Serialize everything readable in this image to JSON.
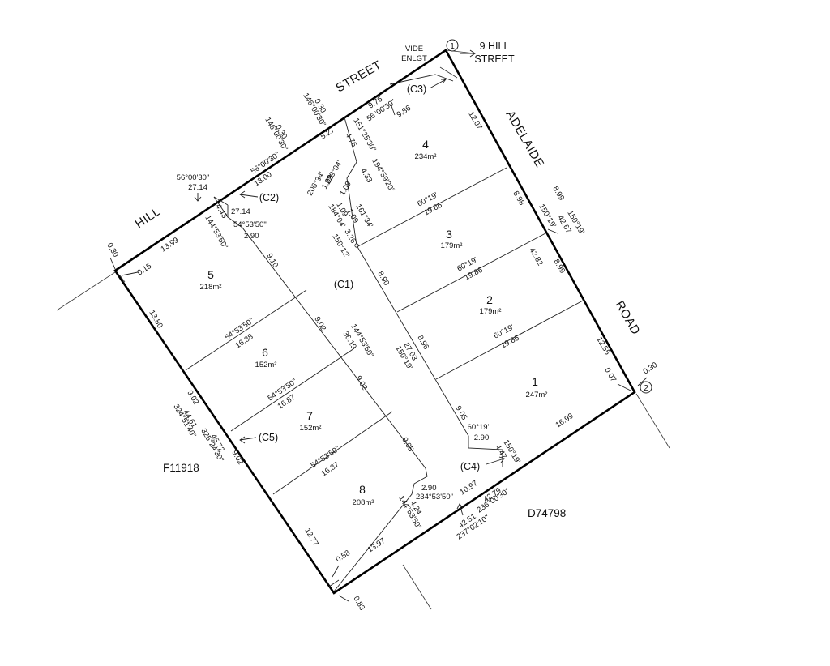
{
  "roads": {
    "hill": "HILL",
    "street": "STREET",
    "adelaide": "ADELAIDE",
    "road": "ROAD"
  },
  "top_right": {
    "vide_line1": "VIDE",
    "vide_line2": "ENLGT",
    "point1": "1",
    "address_line1": "9 HILL",
    "address_line2": "STREET"
  },
  "point2": "2",
  "adjoining": {
    "left": "F11918",
    "right": "D74798"
  },
  "lots": [
    {
      "number": "1",
      "area": "247m²"
    },
    {
      "number": "2",
      "area": "179m²"
    },
    {
      "number": "3",
      "area": "179m²"
    },
    {
      "number": "4",
      "area": "234m²"
    },
    {
      "number": "5",
      "area": "218m²"
    },
    {
      "number": "6",
      "area": "152m²"
    },
    {
      "number": "7",
      "area": "152m²"
    },
    {
      "number": "8",
      "area": "208m²"
    }
  ],
  "common": {
    "c1": "(C1)",
    "c2": "(C2)",
    "c3": "(C3)",
    "c4": "(C4)",
    "c5": "(C5)"
  },
  "dims": {
    "d0_30_tl": "0.30",
    "d13_99": "13.99",
    "d0_15": "0.15",
    "d13_80": "13.80",
    "d9_02_a": "9.02",
    "d9_02_b": "9.02",
    "d12_77": "12.77",
    "d0_58": "0.58",
    "d13_97": "13.97",
    "d0_83": "0.83",
    "d10_97": "10.97",
    "d16_99": "16.99",
    "d0_07": "0.07",
    "d0_30_r": "0.30",
    "d12_55": "12.55",
    "d8_99_a": "8.99",
    "d8_99_b": "8.99",
    "d12_07": "12.07",
    "d9_76": "9.76",
    "b56_00_30_a": "56°00'30\"",
    "d9_86": "9.86",
    "d5_27": "5.27",
    "d0_30_s1": "0.30",
    "b146_00_30_a": "146°00'30\"",
    "d0_30_s2": "0.30",
    "b146_00_30_b": "146°00'30\"",
    "b56_00_30_b": "56°00'30\"",
    "d13_00": "13.00",
    "b56_00_30_c": "56°00'30\"",
    "d27_14_a": "27.14",
    "d27_14_b": "27.14",
    "d4_43": "4.43",
    "b144_53_50_a": "144°53'50\"",
    "b54_53_50_a": "54°53'50\"",
    "d2_90_a": "2.90",
    "d9_10": "9.10",
    "b54_53_50_b": "54°53'50\"",
    "d16_88": "16.88",
    "d9_02_c": "9.02",
    "b144_53_50_b": "144°53'50\"",
    "d36_19": "36.19",
    "b54_53_50_c": "54°53'50\"",
    "d16_87_a": "16.87",
    "d9_02_d": "9.02",
    "b54_53_50_d": "54°53'50\"",
    "d16_87_b": "16.87",
    "d9_05_a": "9.05",
    "d2_90_b": "2.90",
    "b234_53_50": "234°53'50\"",
    "d4_24": "4.24",
    "b144_53_50_c": "144°53'50\"",
    "b151_25_30": "151°25'30\"",
    "d4_76": "4.76",
    "b229_04": "229°04'",
    "d1_09_a": "1.09",
    "b206_34": "206°34'",
    "d1_09_b": "1.09",
    "d4_33": "4.33",
    "b194_59_20": "194°59'20\"",
    "b184_04": "184°04'",
    "d1_09_c": "1.09",
    "b161_34": "161°34'",
    "d1_09_d": "1.09",
    "d3_26": "3.26",
    "b150_12": "150°12'",
    "d8_90": "8.90",
    "d8_96": "8.96",
    "d27_03": "27.03",
    "b150_19_a": "150°19'",
    "d9_05_b": "9.05",
    "b60_19_a": "60°19'",
    "d19_86_a": "19.86",
    "b60_19_b": "60°19'",
    "d19_86_b": "19.86",
    "b60_19_c": "60°19'",
    "d19_86_c": "19.86",
    "b60_19_d": "60°19'",
    "d2_90_c": "2.90",
    "b150_19_b": "150°19'",
    "d4_47": "4.47",
    "b150_19_c": "150°19'",
    "d42_67": "42.67",
    "b150_19_d": "150°19'",
    "d42_82": "42.82",
    "d8_98": "8.98",
    "d44_61": "44.61",
    "b324_51_40": "324°51'40\"",
    "d45_72": "45.72",
    "b325_24_30": "325°24'30\"",
    "d42_79": "42.79",
    "b236_00_30": "236°00'30\"",
    "d42_51": "42.51",
    "b237_02_10": "237°02'10\""
  }
}
